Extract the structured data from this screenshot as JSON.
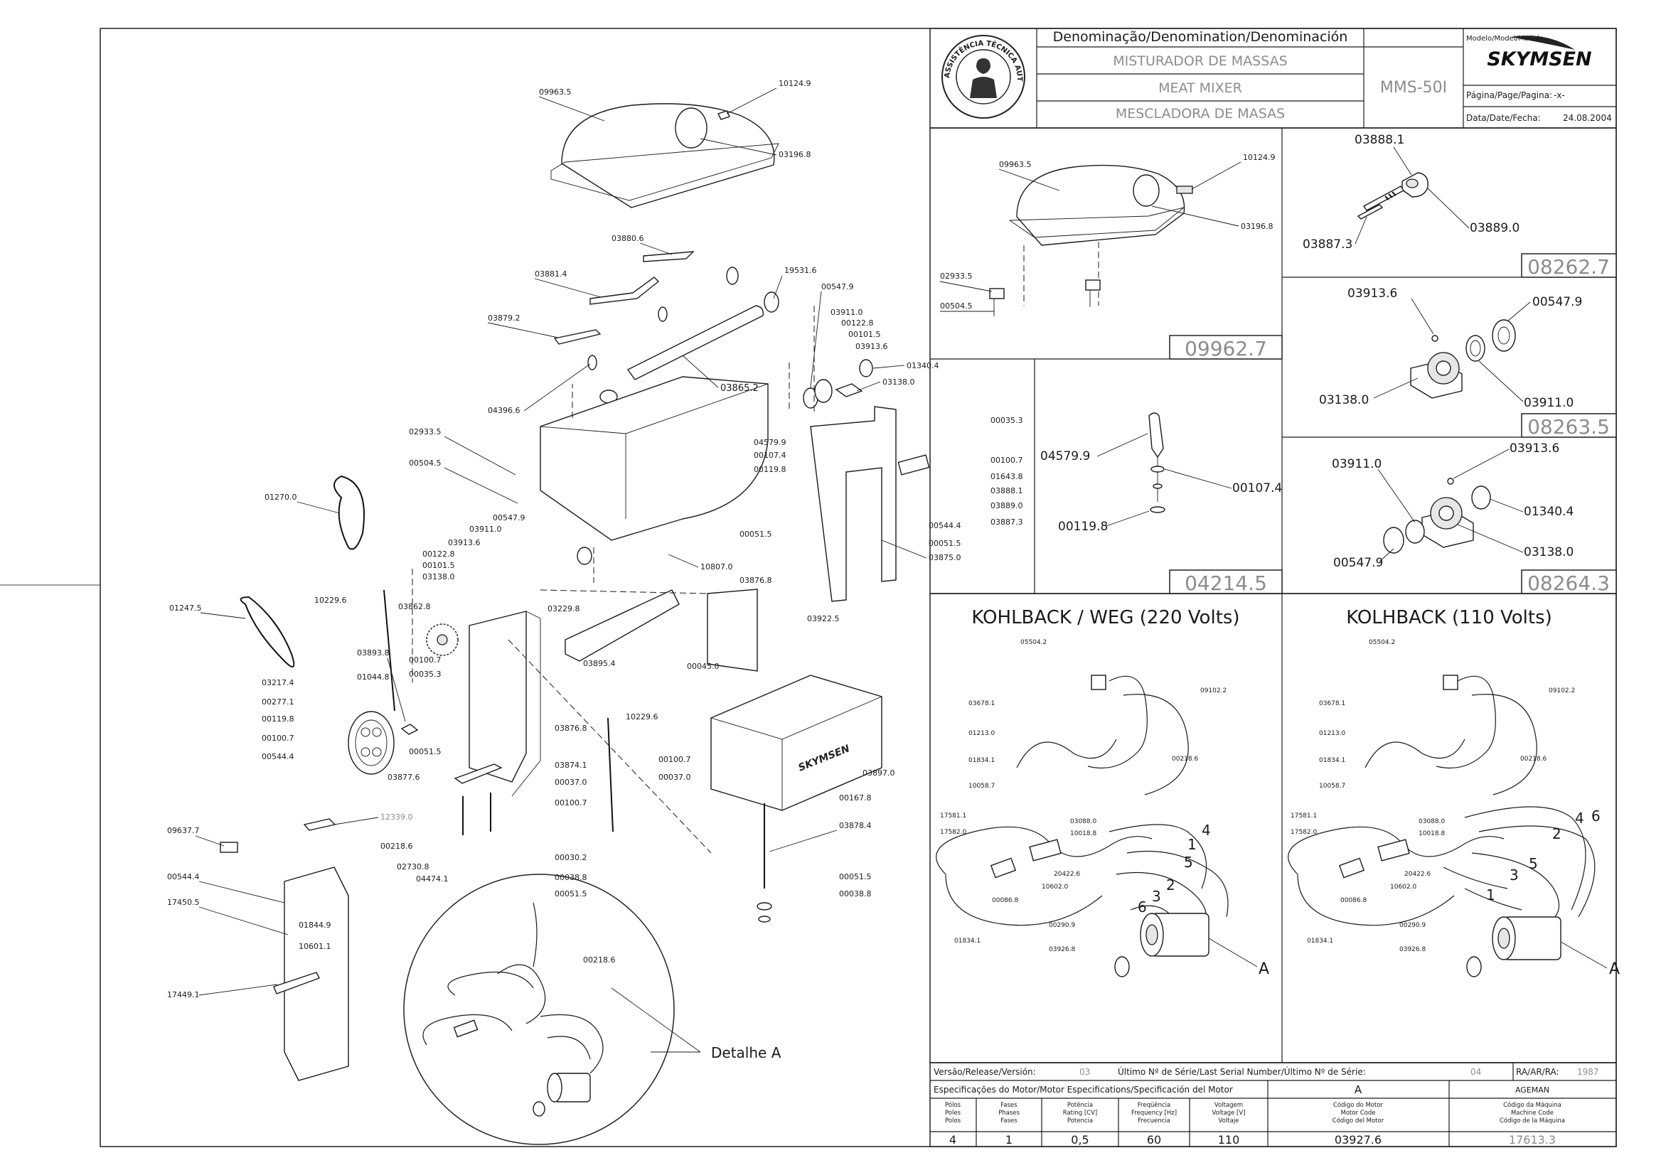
{
  "header": {
    "denomination_label": "Denominação/Denomination/Denominación",
    "model_label": "Modelo/Model/Modelo",
    "name_pt": "MISTURADOR DE MASSAS",
    "name_en": "MEAT MIXER",
    "name_es": "MESCLADORA DE MASAS",
    "model_value": "MMS-50I",
    "brand": "SKYMSEN",
    "page_label": "Página/Page/Pagina:",
    "page_value": "-x-",
    "date_label": "Data/Date/Fecha:",
    "date_value": "24.08.2004",
    "seal_top": "ASSISTÊNCIA TÉCNICA AUTORIZADA"
  },
  "main_callouts": [
    "09963.5",
    "10124.9",
    "03196.8",
    "03880.6",
    "03881.4",
    "19531.6",
    "03879.2",
    "04396.6",
    "03865.2",
    "00547.9",
    "03911.0",
    "00122.8",
    "00101.5",
    "03913.6",
    "01340.4",
    "03138.0",
    "02933.5",
    "00504.5",
    "01270.0",
    "04579.9",
    "00107.4",
    "00119.8",
    "00035.3",
    "00100.7",
    "01643.8",
    "03888.1",
    "03889.0",
    "03887.3",
    "00544.4",
    "00051.5",
    "03875.0",
    "10807.0",
    "03876.8",
    "00122.8",
    "00101.5",
    "03138.0",
    "03862.8",
    "03229.8",
    "10229.6",
    "01247.5",
    "03893.8",
    "01044.8",
    "00035.3",
    "00100.7",
    "03217.4",
    "00277.1",
    "00119.8",
    "00100.7",
    "00544.4",
    "03876.8",
    "03874.1",
    "00051.5",
    "00037.0",
    "03877.6",
    "00100.7",
    "03895.4",
    "00045.0",
    "03922.5",
    "10229.6",
    "00100.7",
    "00037.0",
    "03897.0",
    "00167.8",
    "03878.4",
    "00051.5",
    "00038.8",
    "00030.2",
    "00038.8",
    "00051.5",
    "09637.7",
    "12339.0",
    "00218.6",
    "02730.8",
    "04474.1",
    "00544.4",
    "17450.5",
    "01844.9",
    "10601.1",
    "17449.1",
    "00218.6",
    "03911.0",
    "03913.6",
    "00547.9",
    "00051.5"
  ],
  "detail_label": "Detalhe A",
  "panels": {
    "p09962": {
      "code": "09962.7",
      "labels": [
        "09963.5",
        "10124.9",
        "03196.8",
        "02933.5",
        "00504.5"
      ]
    },
    "p08262": {
      "code": "08262.7",
      "labels": [
        "03888.1",
        "03887.3",
        "03889.0"
      ]
    },
    "p08263": {
      "code": "08263.5",
      "labels": [
        "03913.6",
        "00547.9",
        "03138.0",
        "03911.0"
      ]
    },
    "p04214": {
      "code": "04214.5",
      "labels": [
        "04579.9",
        "00107.4",
        "00119.8"
      ]
    },
    "p08264": {
      "code": "08264.3",
      "labels": [
        "03911.0",
        "03913.6",
        "01340.4",
        "00547.9",
        "03138.0"
      ]
    }
  },
  "wiring": {
    "left_title": "KOHLBACK / WEG (220 Volts)",
    "right_title": "KOLHBACK (110 Volts)",
    "labels": [
      "05504.2",
      "09102.2",
      "03678.1",
      "01213.0",
      "00218.6",
      "01834.1",
      "10058.7",
      "03088.0",
      "17581.1",
      "17582.0",
      "10018.8",
      "20422.6",
      "10602.0",
      "00086.8",
      "01834.1",
      "00290.9",
      "03926.8"
    ],
    "motor_letter": "A",
    "wire_numbers": [
      "1",
      "2",
      "3",
      "4",
      "5",
      "6"
    ]
  },
  "footer": {
    "version_label": "Versão/Release/Versión:",
    "version_value": "03",
    "serial_label": "Último Nº de Série/Last Serial Number/Último Nº de Série:",
    "serial_value": "04",
    "ra_label": "RA/AR/RA:",
    "ra_value": "1987",
    "motor_spec_label": "Especificações do Motor/Motor Especifications/Specificación del Motor",
    "motor_letter": "A",
    "manufacturer": "AGEMAN",
    "col_poles": [
      "Pólos",
      "Poles",
      "Polos"
    ],
    "col_phases": [
      "Fases",
      "Phases",
      "Fases"
    ],
    "col_power": [
      "Potência",
      "Rating [CV]",
      "Potencia"
    ],
    "col_freq": [
      "Freqüência",
      "Frequency [Hz]",
      "Frecuencia"
    ],
    "col_voltage": [
      "Voltagem",
      "Voltage [V]",
      "Voltaje"
    ],
    "col_motor_code": [
      "Código do Motor",
      "Motor Code",
      "Código del Motor"
    ],
    "col_machine_code": [
      "Código da Máquina",
      "Machine Code",
      "Código de la Máquina"
    ],
    "values": {
      "poles": "4",
      "phases": "1",
      "power": "0,5",
      "freq": "60",
      "voltage": "110",
      "motor_code": "03927.6",
      "machine_code": "17613.3"
    }
  }
}
